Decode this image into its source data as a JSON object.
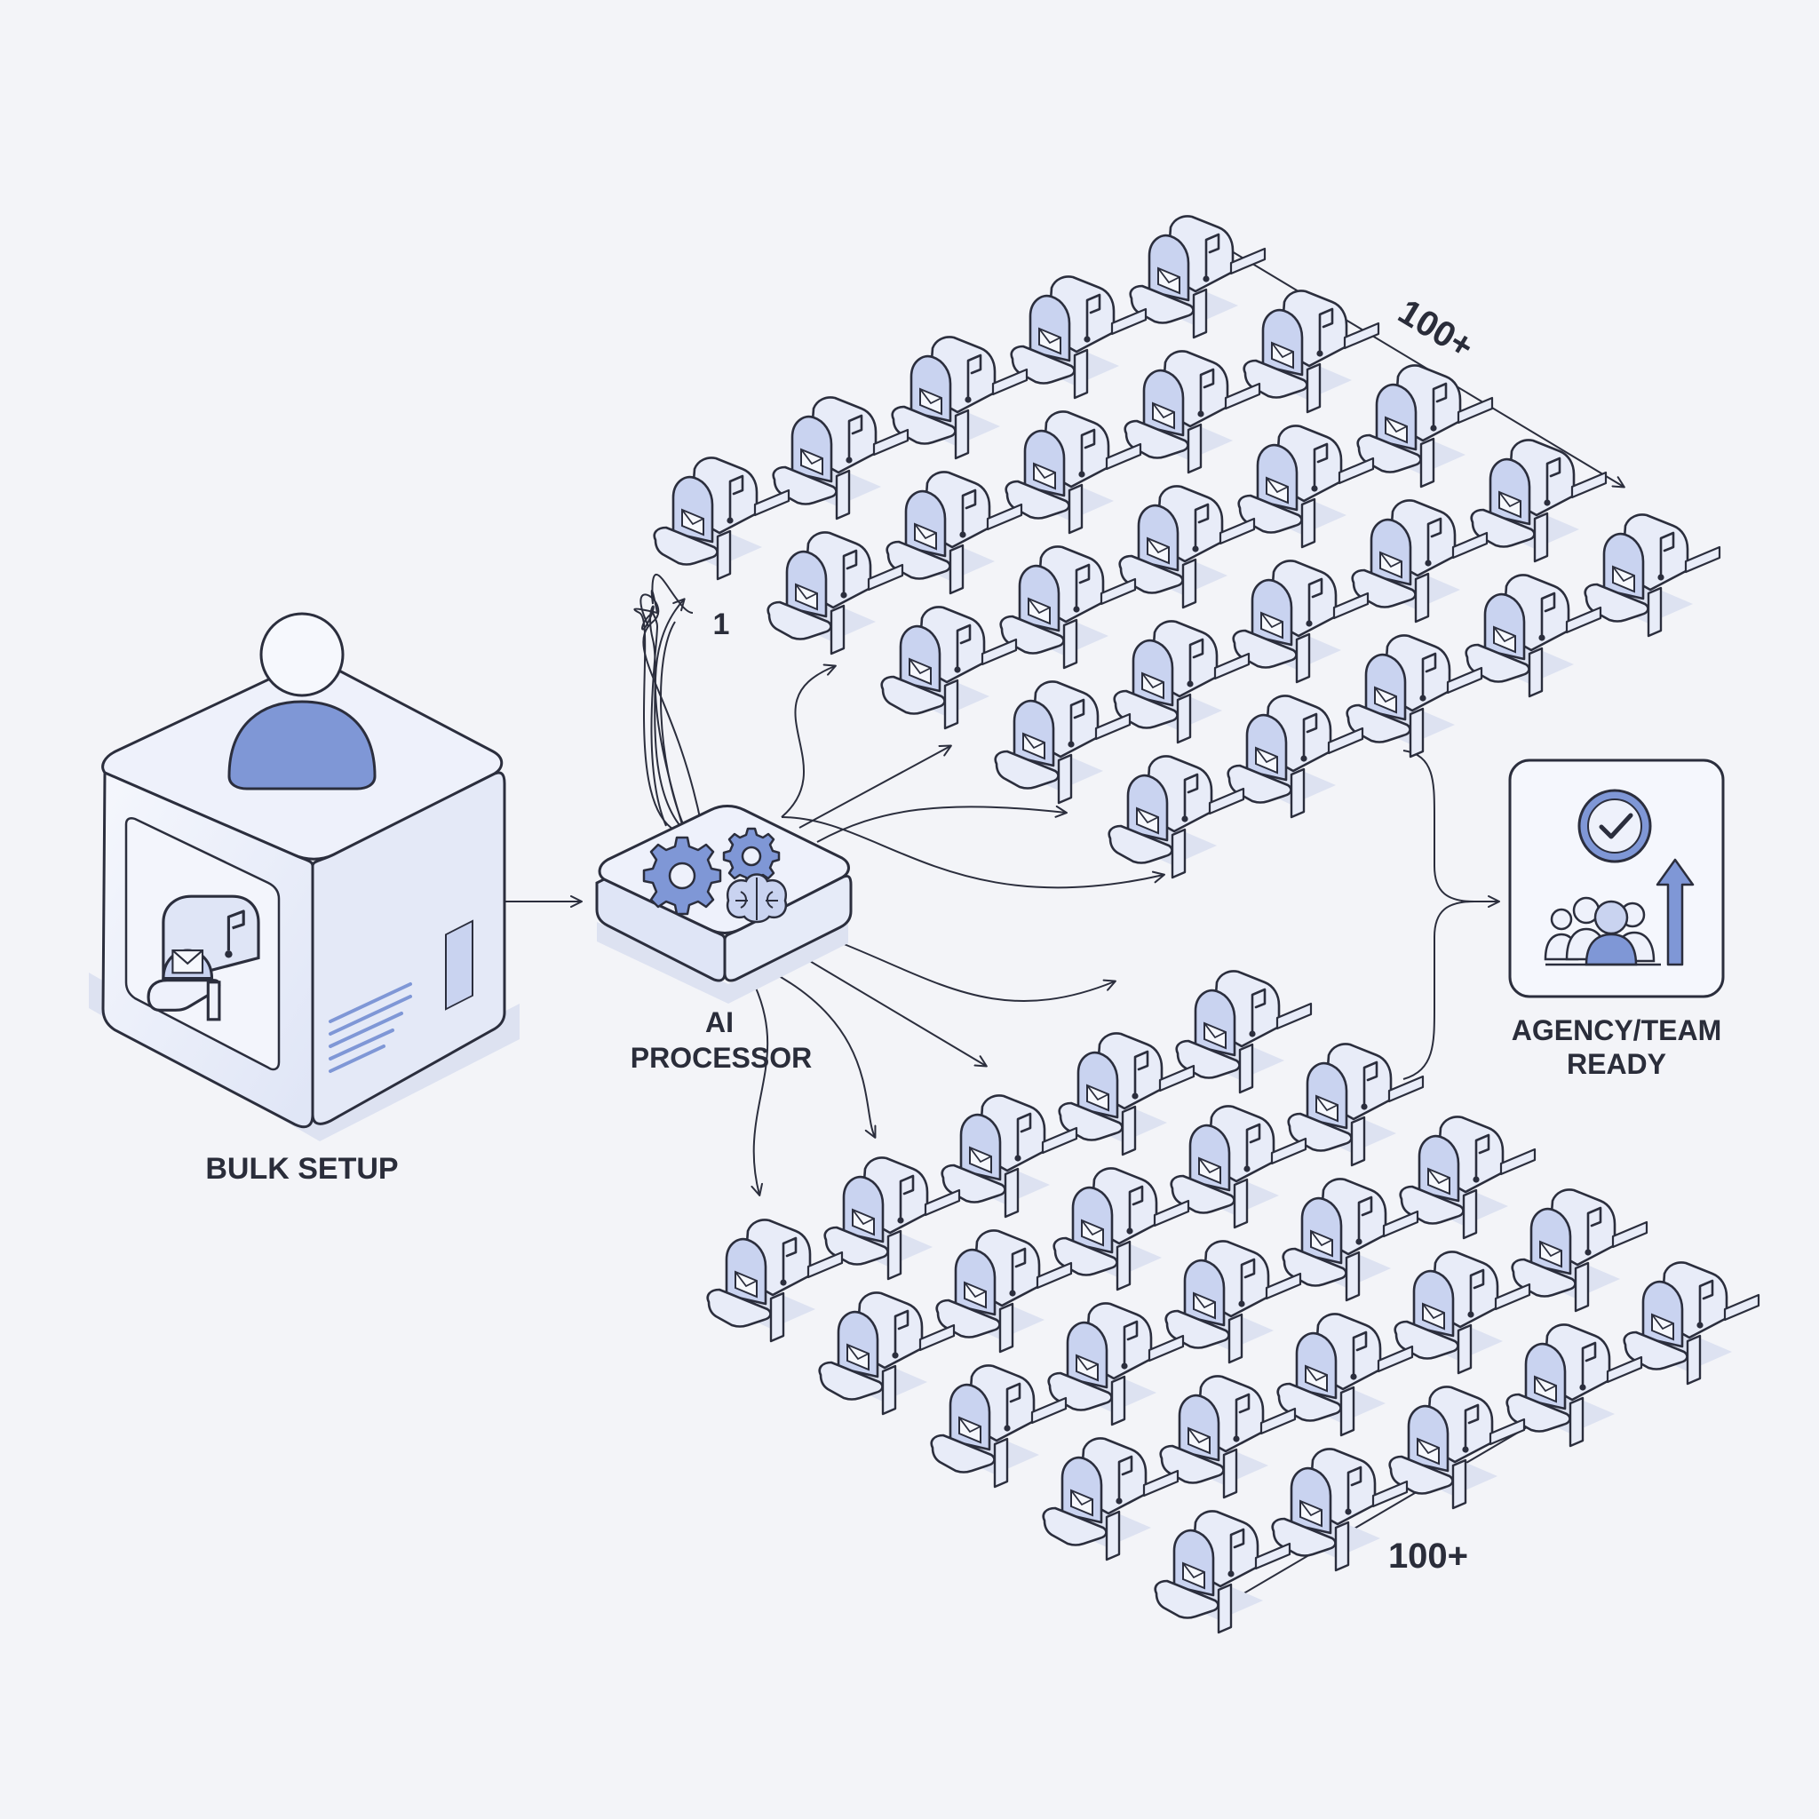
{
  "colors": {
    "background": "#f3f4f8",
    "stroke": "#2b2e3d",
    "fill_light": "#e8ecf8",
    "fill_mid": "#c9d3f0",
    "accent": "#7f97d6",
    "shadow": "#dde2f1"
  },
  "nodes": {
    "bulk_setup": {
      "label": "BULK SETUP",
      "icons": [
        "person-icon",
        "mailbox-icon",
        "document-lines-icon"
      ]
    },
    "ai_processor": {
      "label_line1": "AI",
      "label_line2": "PROCESSOR",
      "icons": [
        "gear-icon",
        "gear-icon",
        "brain-icon"
      ]
    },
    "agency_ready": {
      "label_line1": "AGENCY/TEAM",
      "label_line2": "READY",
      "icons": [
        "check-circle-icon",
        "team-icon",
        "arrow-up-icon"
      ]
    }
  },
  "annotations": {
    "top_count": "100+",
    "bottom_count": "100+",
    "start_index": "1"
  },
  "mailbox_grids": {
    "top": {
      "rows": 5,
      "cols": 5
    },
    "bottom": {
      "rows": 5,
      "cols": 5
    }
  }
}
